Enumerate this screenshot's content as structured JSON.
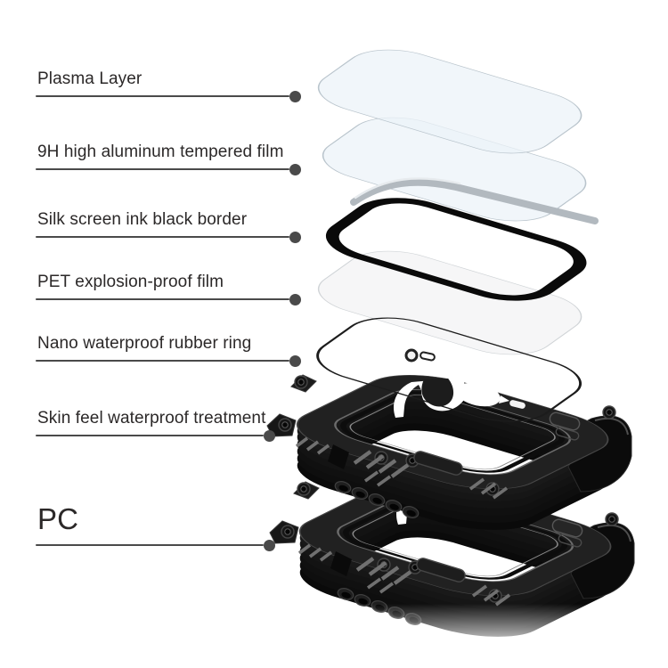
{
  "title": "Watch protective case exploded layer diagram",
  "colors": {
    "background": "#ffffff",
    "text": "#2b2828",
    "leader-line": "#4a4a4a",
    "leader-dot": "#4a4a4a",
    "film-tint": "#ebf2f8",
    "film-edge": "#b9c4cc",
    "pet-tint": "#f4f5f6",
    "pet-edge": "#d0d4d7",
    "ink-border": "#0a0a0a",
    "rubber-ring": "#1c1c1c",
    "case-top": "#212121",
    "case-side": "#0d0d0d"
  },
  "labels": [
    {
      "id": "plasma-layer",
      "text": "Plasma Layer"
    },
    {
      "id": "tempered-film",
      "text": "9H high aluminum tempered film"
    },
    {
      "id": "ink-border",
      "text": "Silk screen ink black border"
    },
    {
      "id": "pet-film",
      "text": "PET explosion-proof film"
    },
    {
      "id": "rubber-ring",
      "text": "Nano waterproof rubber ring"
    },
    {
      "id": "waterproof-treatment",
      "text": "Skin feel waterproof treatment"
    },
    {
      "id": "pc-case",
      "text": "PC"
    }
  ]
}
